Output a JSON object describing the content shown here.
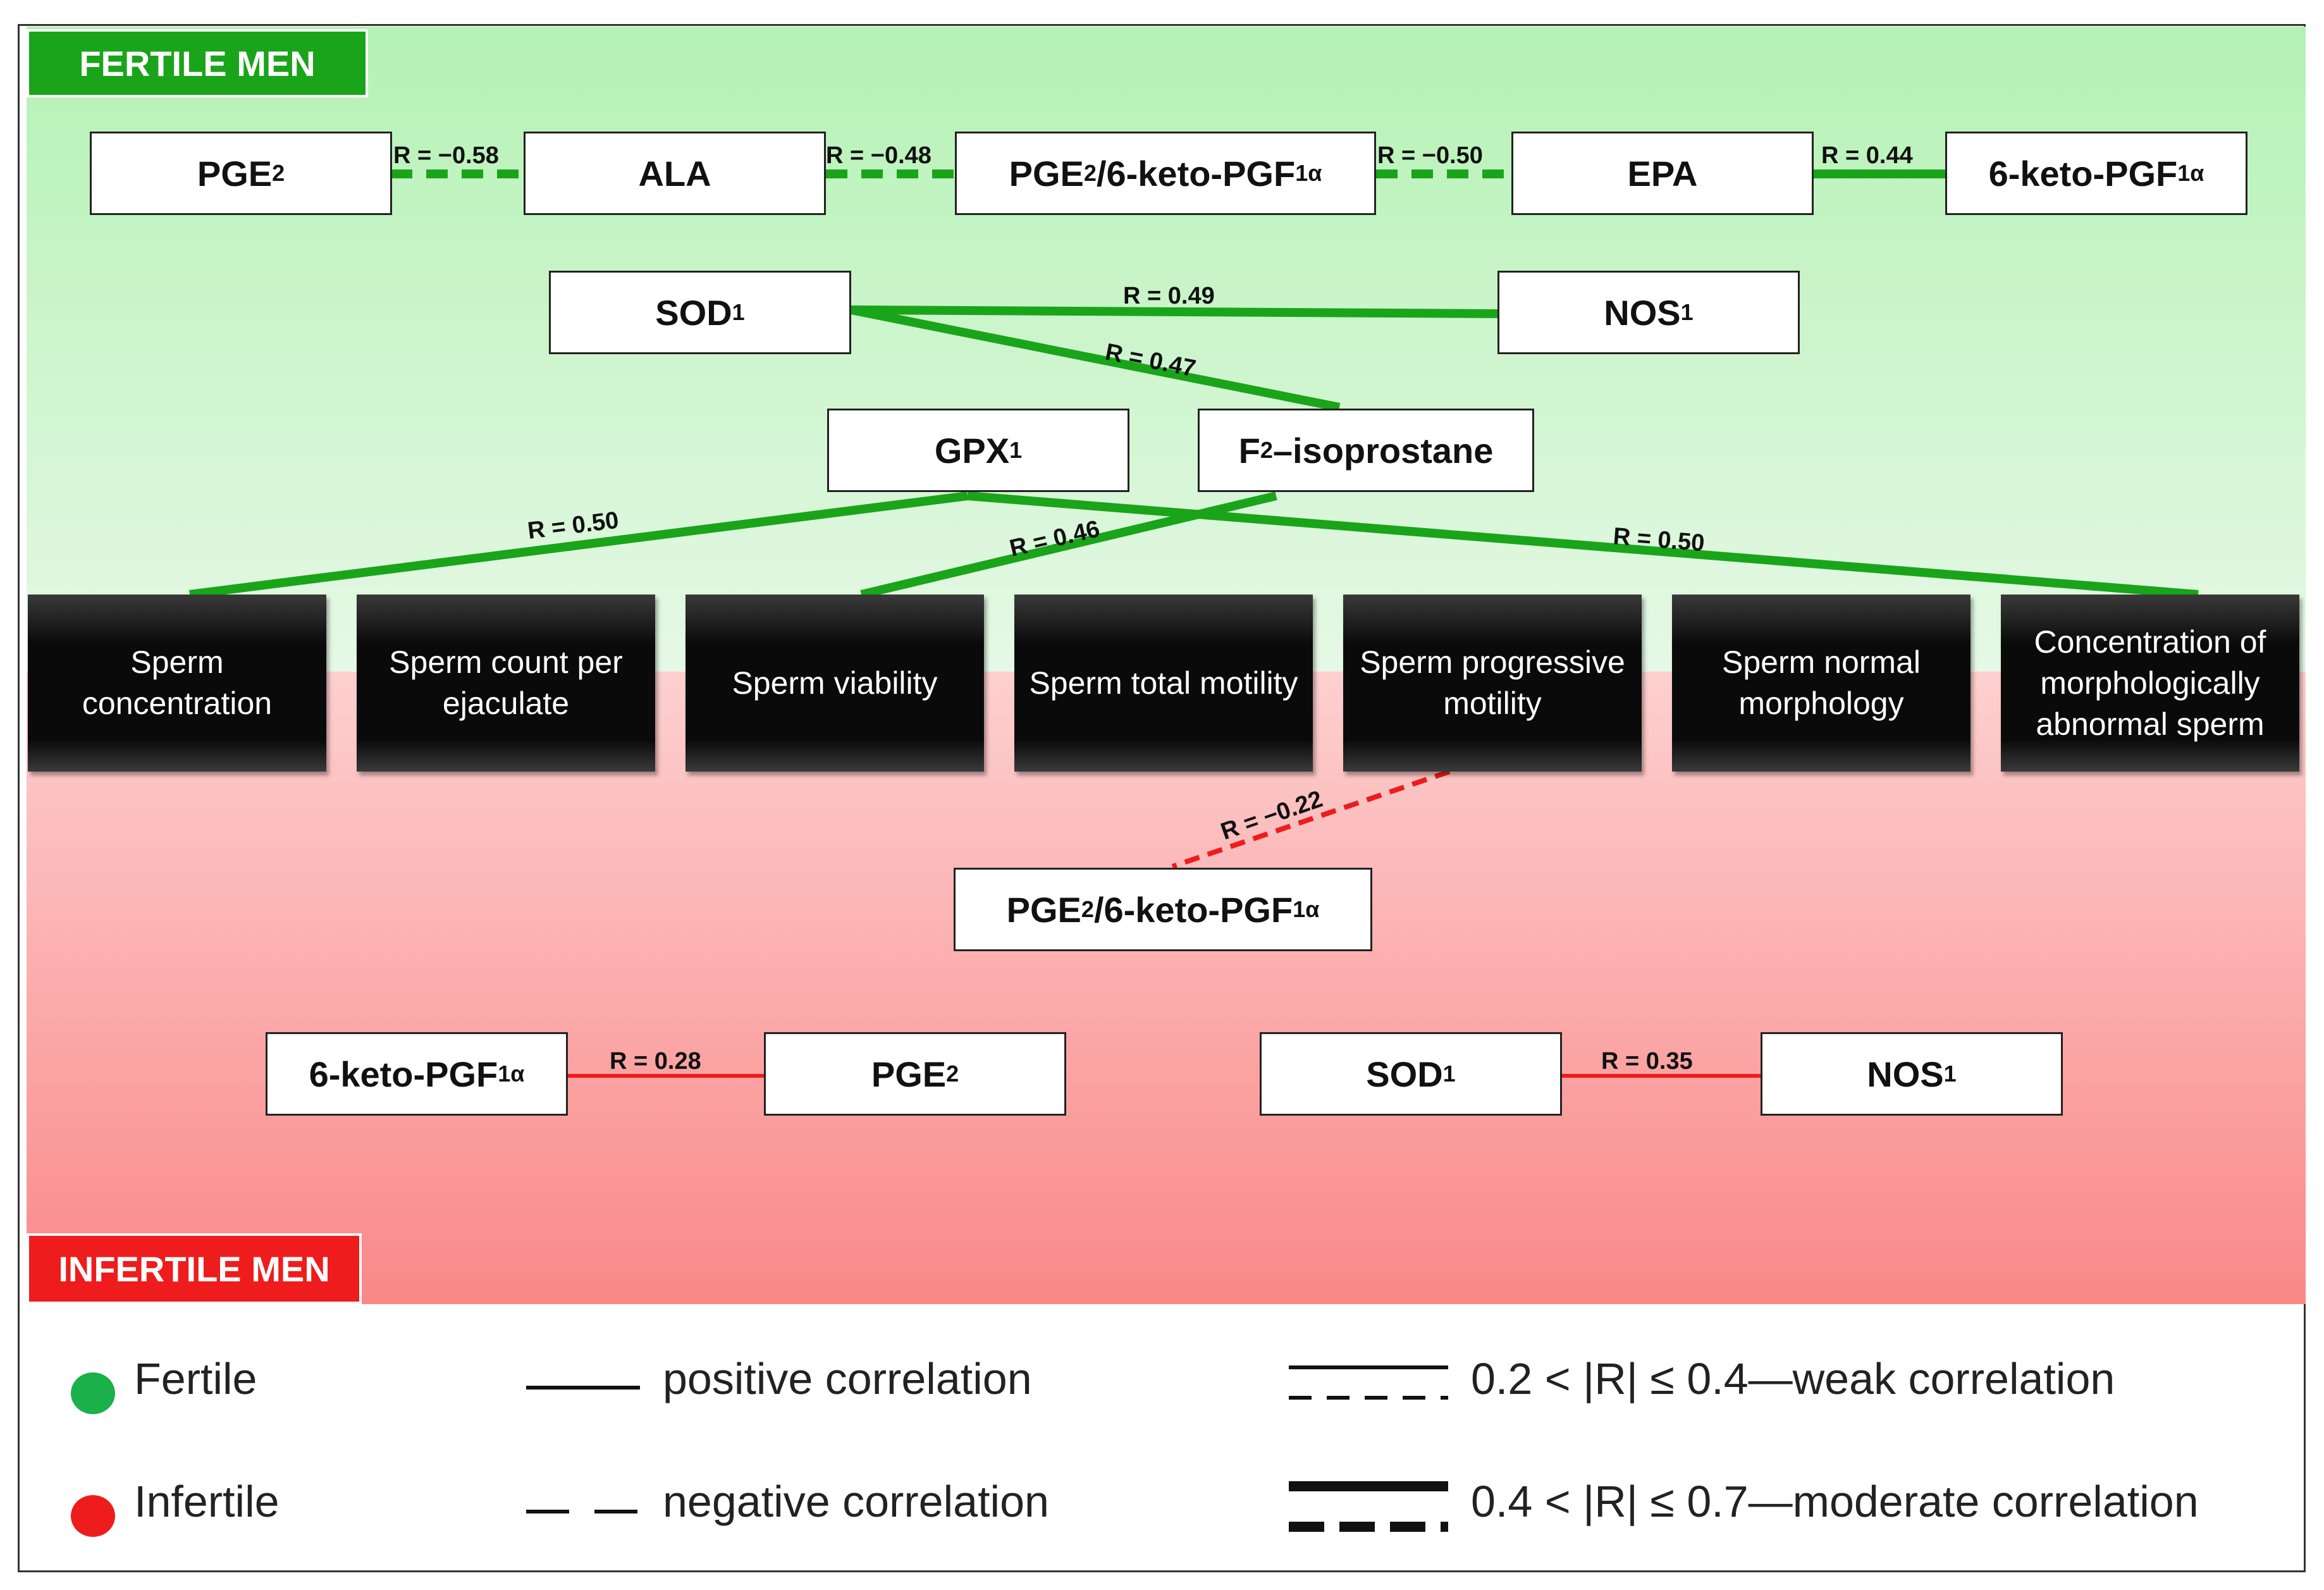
{
  "groups": {
    "fertile": "FERTILE MEN",
    "infertile": "INFERTILE MEN"
  },
  "fertile_nodes": {
    "pge2": "PGE",
    "pge2_sub": "2",
    "ala": "ALA",
    "ratio_main": "PGE",
    "ratio_sub1": "2",
    "ratio_mid": "/6-keto-PGF",
    "ratio_sub2": "1α",
    "epa": "EPA",
    "keto_main": "6-keto-PGF",
    "keto_sub": "1α",
    "sod_main": "SOD",
    "sod_sub": "1",
    "nos_main": "NOS",
    "nos_sub": "1",
    "gpx_main": "GPX",
    "gpx_sub": "1",
    "f2_main": "F",
    "f2_sub": "2",
    "f2_rest": "–isoprostane"
  },
  "infertile_nodes": {
    "ratio_main": "PGE",
    "ratio_sub1": "2",
    "ratio_mid": "/6-keto-PGF",
    "ratio_sub2": "1α",
    "keto_main": "6-keto-PGF",
    "keto_sub": "1α",
    "pge2_main": "PGE",
    "pge2_sub": "2",
    "sod_main": "SOD",
    "sod_sub": "1",
    "nos_main": "NOS",
    "nos_sub": "1"
  },
  "sperm_parameters": [
    "Sperm concentration",
    "Sperm count per ejaculate",
    "Sperm viability",
    "Sperm total motility",
    "Sperm progressive motility",
    "Sperm normal morphology",
    "Concentration of morphologically abnormal sperm"
  ],
  "correlations": [
    {
      "from": "PGE2",
      "to": "ALA",
      "label": "R = −0.58",
      "group": "fertile",
      "sign": "negative"
    },
    {
      "from": "ALA",
      "to": "PGE2/6-keto-PGF1α",
      "label": "R = −0.48",
      "group": "fertile",
      "sign": "negative"
    },
    {
      "from": "PGE2/6-keto-PGF1α",
      "to": "EPA",
      "label": "R = −0.50",
      "group": "fertile",
      "sign": "negative"
    },
    {
      "from": "EPA",
      "to": "6-keto-PGF1α",
      "label": "R = 0.44",
      "group": "fertile",
      "sign": "positive"
    },
    {
      "from": "SOD1",
      "to": "NOS1",
      "label": "R = 0.49",
      "group": "fertile",
      "sign": "positive"
    },
    {
      "from": "SOD1",
      "to": "F2–isoprostane",
      "label": "R = 0.47",
      "group": "fertile",
      "sign": "positive"
    },
    {
      "from": "GPX1",
      "to": "Sperm concentration",
      "label": "R = 0.50",
      "group": "fertile",
      "sign": "positive"
    },
    {
      "from": "F2–isoprostane",
      "to": "Sperm viability",
      "label": "R = 0.46",
      "group": "fertile",
      "sign": "positive"
    },
    {
      "from": "GPX1",
      "to": "Concentration of morphologically abnormal sperm",
      "label": "R = 0.50",
      "group": "fertile",
      "sign": "positive"
    },
    {
      "from": "Sperm progressive motility",
      "to": "PGE2/6-keto-PGF1α",
      "label": "R = −0.22",
      "group": "infertile",
      "sign": "negative"
    },
    {
      "from": "6-keto-PGF1α",
      "to": "PGE2",
      "label": "R = 0.28",
      "group": "infertile",
      "sign": "positive"
    },
    {
      "from": "SOD1",
      "to": "NOS1",
      "label": "R = 0.35",
      "group": "infertile",
      "sign": "positive"
    }
  ],
  "legend": {
    "fertile": "Fertile",
    "infertile": "Infertile",
    "positive": "positive correlation",
    "negative": "negative correlation",
    "weak": "0.2 < |R| ≤ 0.4—weak correlation",
    "moderate": "0.4 < |R| ≤ 0.7—moderate correlation"
  },
  "colors": {
    "fertile": "#1aa41a",
    "infertile": "#ee1c1c",
    "fertile_dot": "#1ab04a",
    "infertile_dot": "#ee1c1c"
  }
}
